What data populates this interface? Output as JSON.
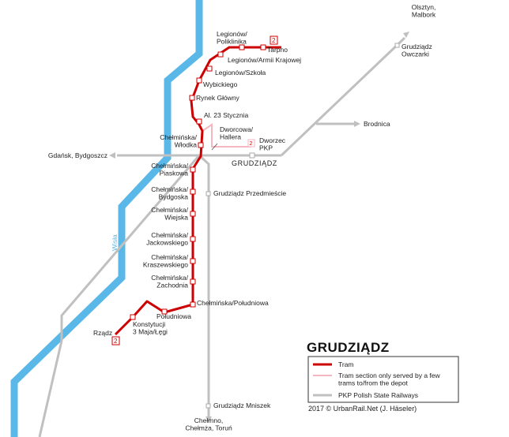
{
  "title": "GRUDZIĄDZ",
  "city_label": "GRUDZIĄDZ",
  "river": "Wisła",
  "destinations": {
    "north_east": "Olsztyn,\nMalbork",
    "east": "Brodnica",
    "west": "Gdańsk, Bydgoszcz",
    "south": "Chełmno,\nChełmża, Toruń"
  },
  "stations_rail": {
    "owczarki": "Grudziądz\nOwczarki",
    "przedmiescie": "Grudziądz Przedmieście",
    "mniszek": "Grudziądz Mniszek"
  },
  "stops": {
    "legionow_poliklinika": "Legionów/\nPoliklinika",
    "tarpno": "Tarpno",
    "legionow_armii_krajowej": "Legionów/Armii Krajowej",
    "legionow_szkola": "Legionów/Szkoła",
    "wybickiego": "Wybickiego",
    "rynek_glowny": "Rynek Główny",
    "al_23_stycznia": "Al. 23 Stycznia",
    "dworcowa_hallera": "Dworcowa/\nHallera",
    "dworzec_pkp": "Dworzec\nPKP",
    "chelminska_wlodka": "Chełmińska/\nWłodka",
    "chelminska_piaskowa": "Chełmińska/\nPiaskowa",
    "chelminska_bydgoska": "Chełmińska/\nBydgoska",
    "chelminska_wiejska": "Chełmińska/\nWiejska",
    "chelminska_jackowskiego": "Chełmińska/\nJackowskiego",
    "chelminska_kraszewskiego": "Chełmińska/\nKraszewskiego",
    "chelminska_zachodnia": "Chełmińska/\nZachodnia",
    "chelminska_poludniowa": "Chełmińska/Południowa",
    "poludniowa": "Południowa",
    "konstytucji_3_maja_legi": "Konstytucji\n3 Maja/Łęgi",
    "rzadz": "Rządz"
  },
  "route_badge": "2",
  "legend": {
    "tram": "Tram",
    "depot": "Tram section only served by a few\ntrams to/from the depot",
    "rail": "PKP Polish State Railways"
  },
  "copyright": "2017 © UrbanRail.Net (J. Häseler)",
  "colors": {
    "tram": "#cc0000",
    "depot": "#f4b6c0",
    "rail": "#c0c0c0",
    "river": "#5ab8e8"
  }
}
